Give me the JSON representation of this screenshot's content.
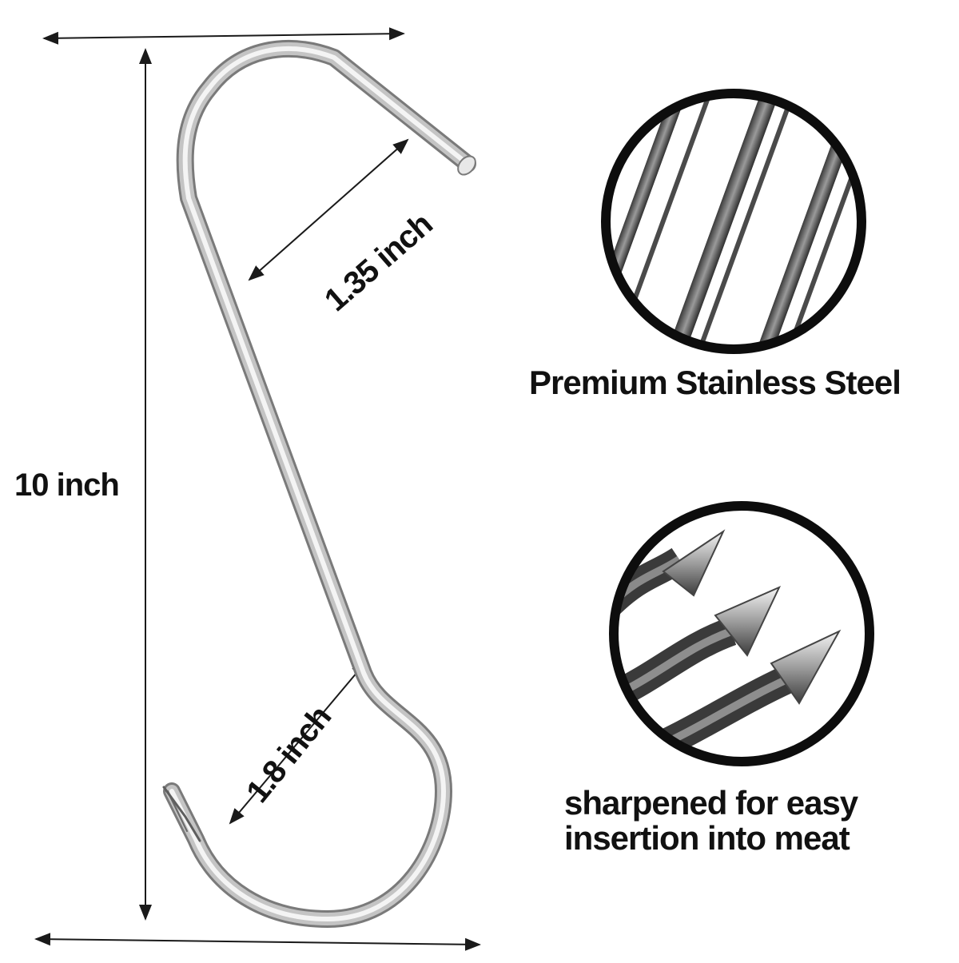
{
  "dimensions": {
    "height_label": "10 inch",
    "top_width_label": "1.35 inch",
    "bottom_width_label": "1.8 inch"
  },
  "features": [
    {
      "caption": "Premium Stainless Steel",
      "icon": "steel-rods-closeup"
    },
    {
      "caption_line1": "sharpened for easy",
      "caption_line2": "insertion into meat",
      "icon": "sharpened-tips-closeup"
    }
  ],
  "colors": {
    "text": "#111111",
    "steel_light": "#f2f2f2",
    "steel_mid": "#b5b5b5",
    "steel_dark": "#6e6e6e",
    "ring": "#0d0d0d"
  }
}
